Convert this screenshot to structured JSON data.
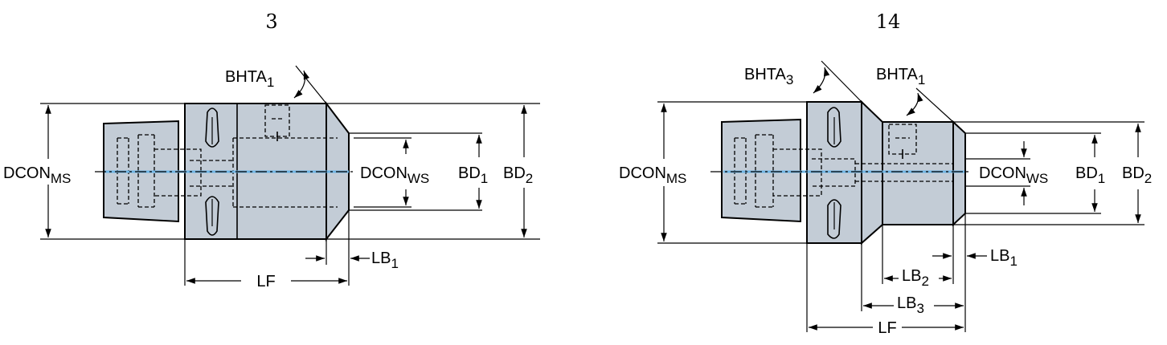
{
  "views": [
    {
      "number": "3",
      "labels": {
        "bhta1": {
          "base": "BHTA",
          "sub": "1"
        },
        "dcon_ms": {
          "base": "DCON",
          "sub": "MS"
        },
        "dcon_ws": {
          "base": "DCON",
          "sub": "WS"
        },
        "bd1": {
          "base": "BD",
          "sub": "1"
        },
        "bd2": {
          "base": "BD",
          "sub": "2"
        },
        "lb1": {
          "base": "LB",
          "sub": "1"
        },
        "lf": "LF"
      }
    },
    {
      "number": "14",
      "labels": {
        "bhta3": {
          "base": "BHTA",
          "sub": "3"
        },
        "bhta1": {
          "base": "BHTA",
          "sub": "1"
        },
        "dcon_ms": {
          "base": "DCON",
          "sub": "MS"
        },
        "dcon_ws": {
          "base": "DCON",
          "sub": "WS"
        },
        "bd1": {
          "base": "BD",
          "sub": "1"
        },
        "bd2": {
          "base": "BD",
          "sub": "2"
        },
        "lb1": {
          "base": "LB",
          "sub": "1"
        },
        "lb2": {
          "base": "LB",
          "sub": "2"
        },
        "lb3": {
          "base": "LB",
          "sub": "3"
        },
        "lf": "LF"
      }
    }
  ],
  "colors": {
    "body_fill": "#c3ccd6",
    "coolant_channel": "#6fb6e6"
  }
}
